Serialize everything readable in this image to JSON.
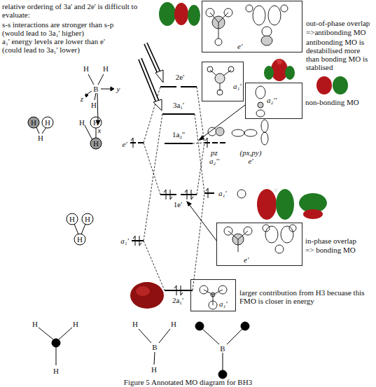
{
  "diagram": {
    "caption": "Figure 5 Annotated MO diagram for BH3",
    "nodes": [
      {
        "text": [
          "e'"
        ]
      },
      {
        "text": [
          "a₁'"
        ]
      },
      {
        "text": [
          "a₂''"
        ]
      },
      {
        "text": [
          "e'"
        ]
      },
      {
        "text": [
          "a₁'"
        ]
      }
    ],
    "labels": [
      "relative ordering of 3a' and 2e' is difficult to evaluate:",
      "s-s interactions are stronger than s-p",
      "(would lead to 3a₁' higher)",
      "a₁' energy levels are lower than e'",
      "(could lead to 3a₁' lower)",
      "2e'",
      "3a₁'",
      "1a₂''",
      "1e'",
      "2a₁'",
      "out-of-phase overlap",
      "=>antibonding MO",
      "antibonding MO is destabilised more than bonding MO is stablised",
      "non-bonding MO",
      "pz",
      "a₂''",
      "(px,py)",
      "e'",
      "a₁'",
      "in-phase overlap",
      "=> bonding MO",
      "larger contribution from H3 becuase this FMO is closer in energy",
      "e'",
      "a₁'",
      "H",
      "H",
      "B",
      "H",
      "z",
      "y",
      "x",
      "H",
      "H",
      "H",
      "H",
      "H",
      "H",
      "H",
      "H",
      "H",
      "H",
      "H",
      "H",
      "H",
      "H",
      "B",
      "H",
      "B"
    ]
  }
}
